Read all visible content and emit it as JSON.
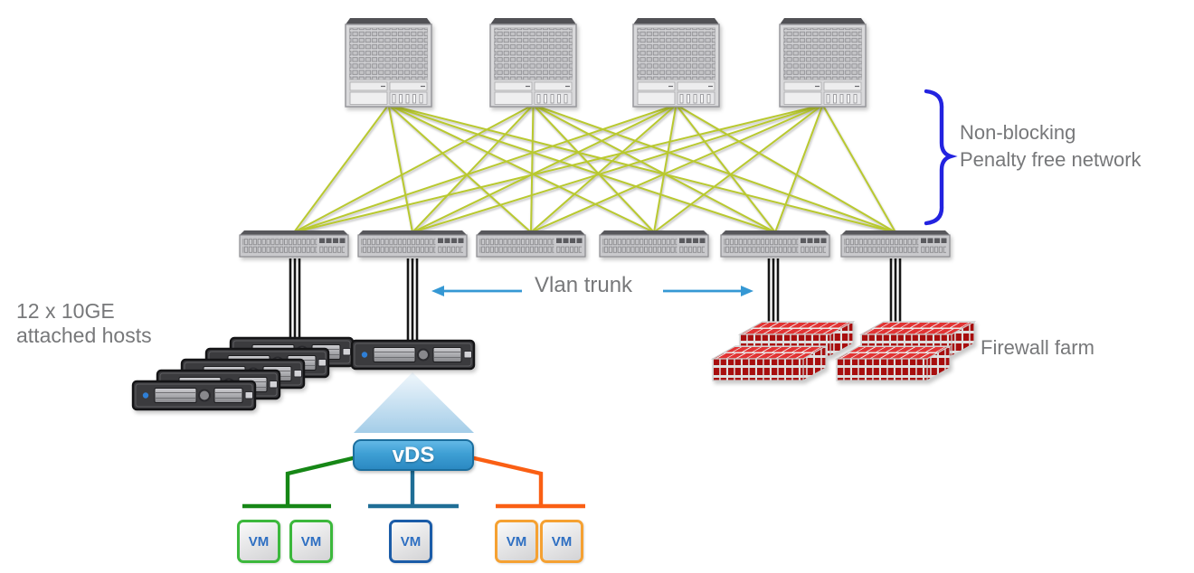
{
  "labels": {
    "hosts_line1": "12 x 10GE",
    "hosts_line2": "attached hosts",
    "vlan_trunk": "Vlan trunk",
    "network_note_line1": "Non-blocking",
    "network_note_line2": "Penalty free network",
    "firewall_farm": "Firewall farm",
    "vds": "vDS",
    "vm": "VM"
  },
  "topology": {
    "spine_switch_count": 4,
    "leaf_switch_count": 6,
    "host_servers_shown": 6,
    "firewall_appliances_shown": 4,
    "vm_groups": [
      {
        "name": "green-portgroup",
        "vm_count": 2
      },
      {
        "name": "blue-portgroup",
        "vm_count": 1
      },
      {
        "name": "orange-portgroup",
        "vm_count": 2
      }
    ]
  },
  "colors": {
    "mesh_link": "#b9c92f",
    "brace": "#2323e0",
    "arrow": "#3598d4",
    "label_text": "#77787a",
    "vds_border": "#1b6e9e",
    "vds_fill": "#3e9fd4",
    "vm_text": "#2e6fc2",
    "green_link": "#168716",
    "blue_link": "#1f6e96",
    "orange_link": "#fa5f14",
    "green_border": "#3cb83c",
    "blue_border": "#1b5ca8",
    "orange_border": "#f5a132",
    "firewall_top": "#e23434",
    "firewall_front": "#a80e0e",
    "cable": "#161616"
  }
}
